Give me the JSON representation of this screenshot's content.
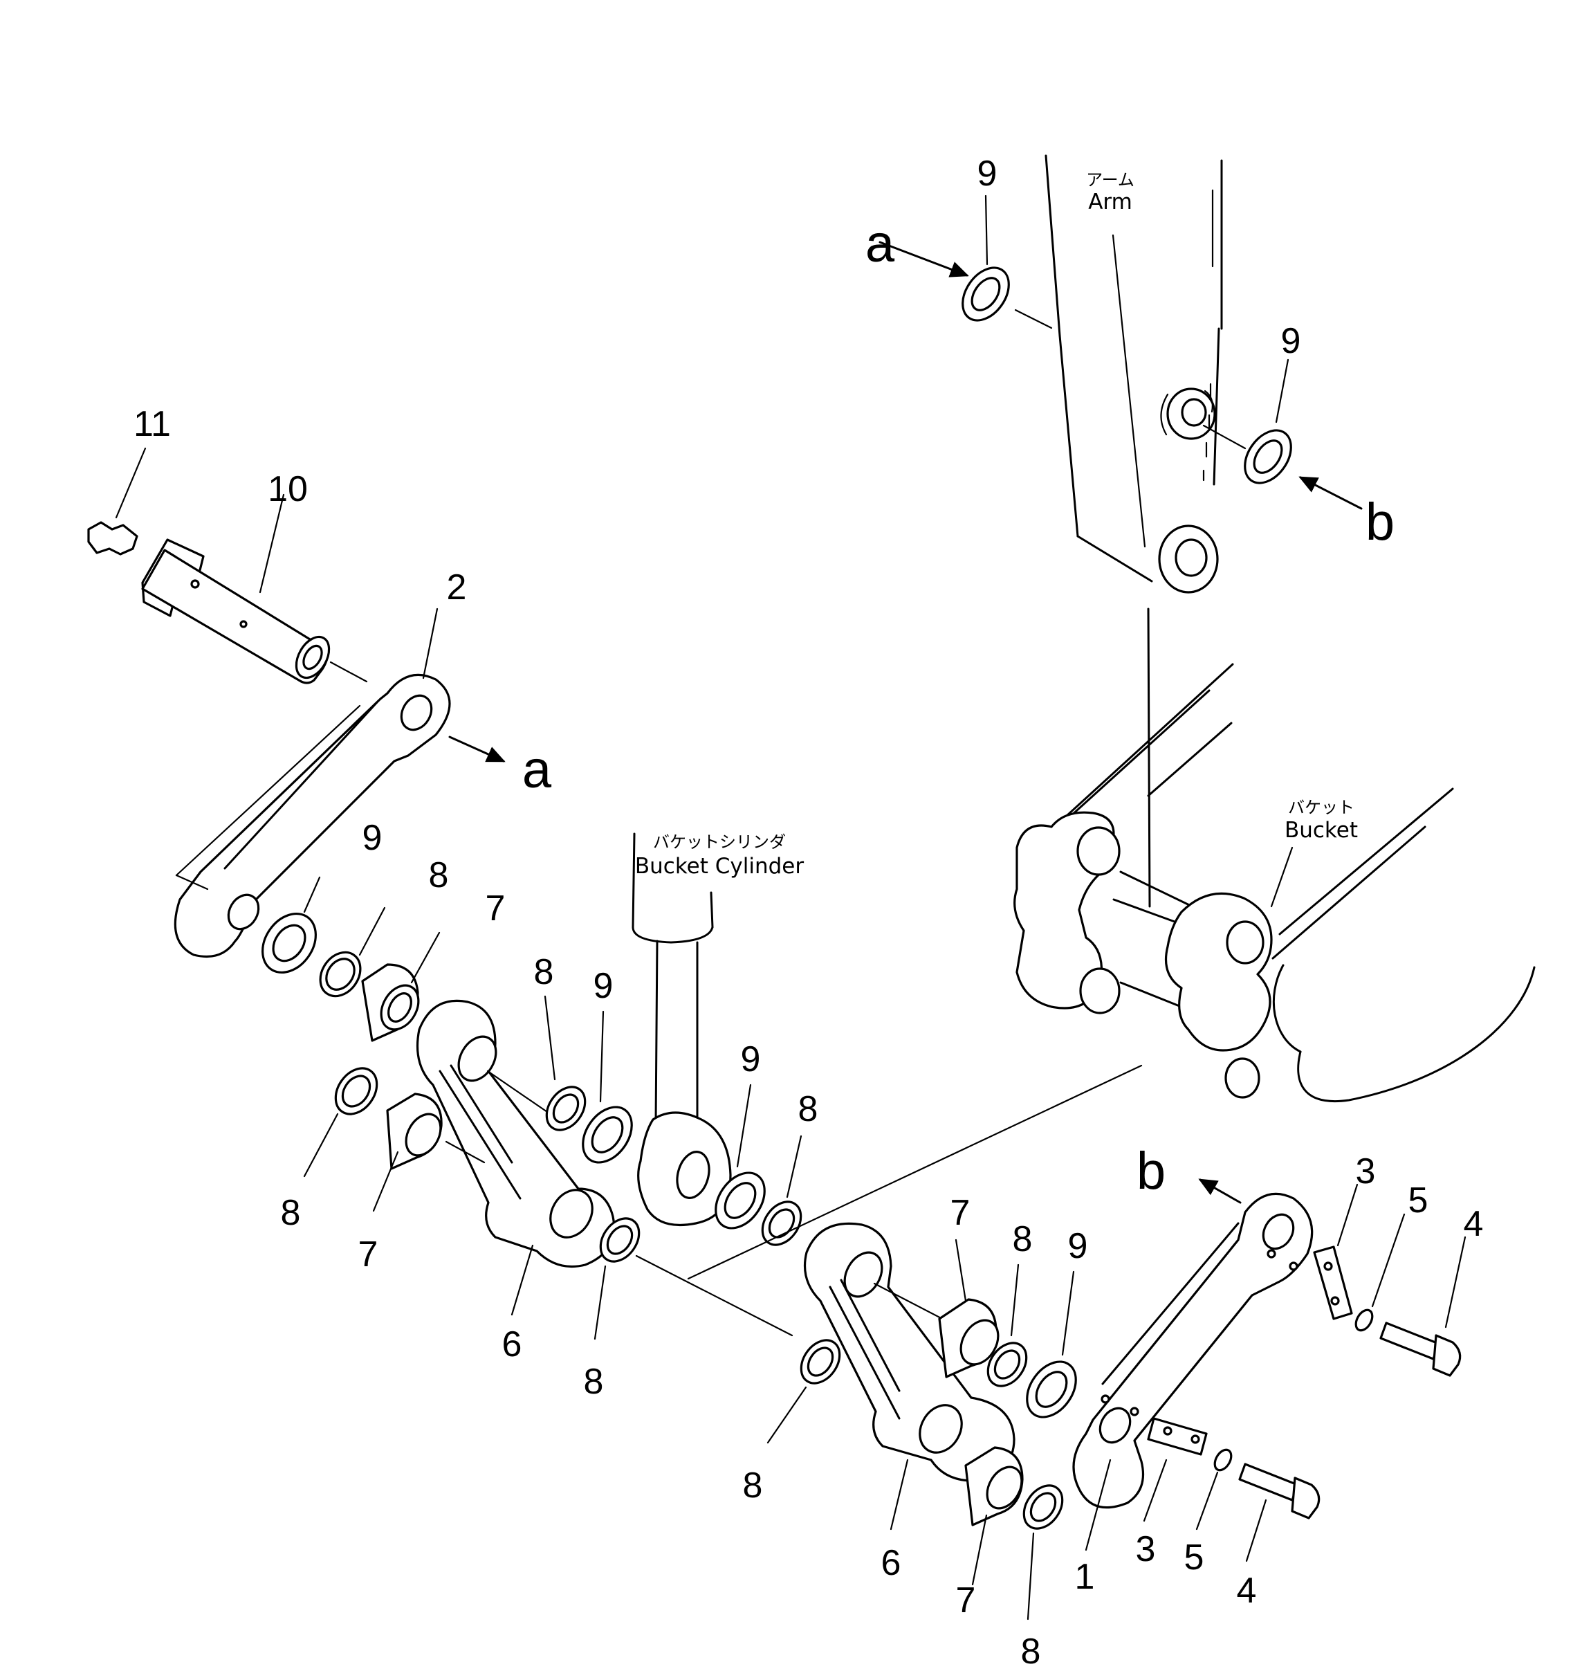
{
  "labels": {
    "arm_jp": "アーム",
    "arm_en": "Arm",
    "bucket_jp": "バケット",
    "bucket_en": "Bucket",
    "cylinder_jp": "バケットシリンダ",
    "cylinder_en": "Bucket Cylinder"
  },
  "letters": {
    "a": "a",
    "b": "b"
  },
  "part_numbers": {
    "n1": "1",
    "n2": "2",
    "n3": "3",
    "n4": "4",
    "n5": "5",
    "n6": "6",
    "n7": "7",
    "n8": "8",
    "n9": "9",
    "n10": "10",
    "n11": "11"
  }
}
